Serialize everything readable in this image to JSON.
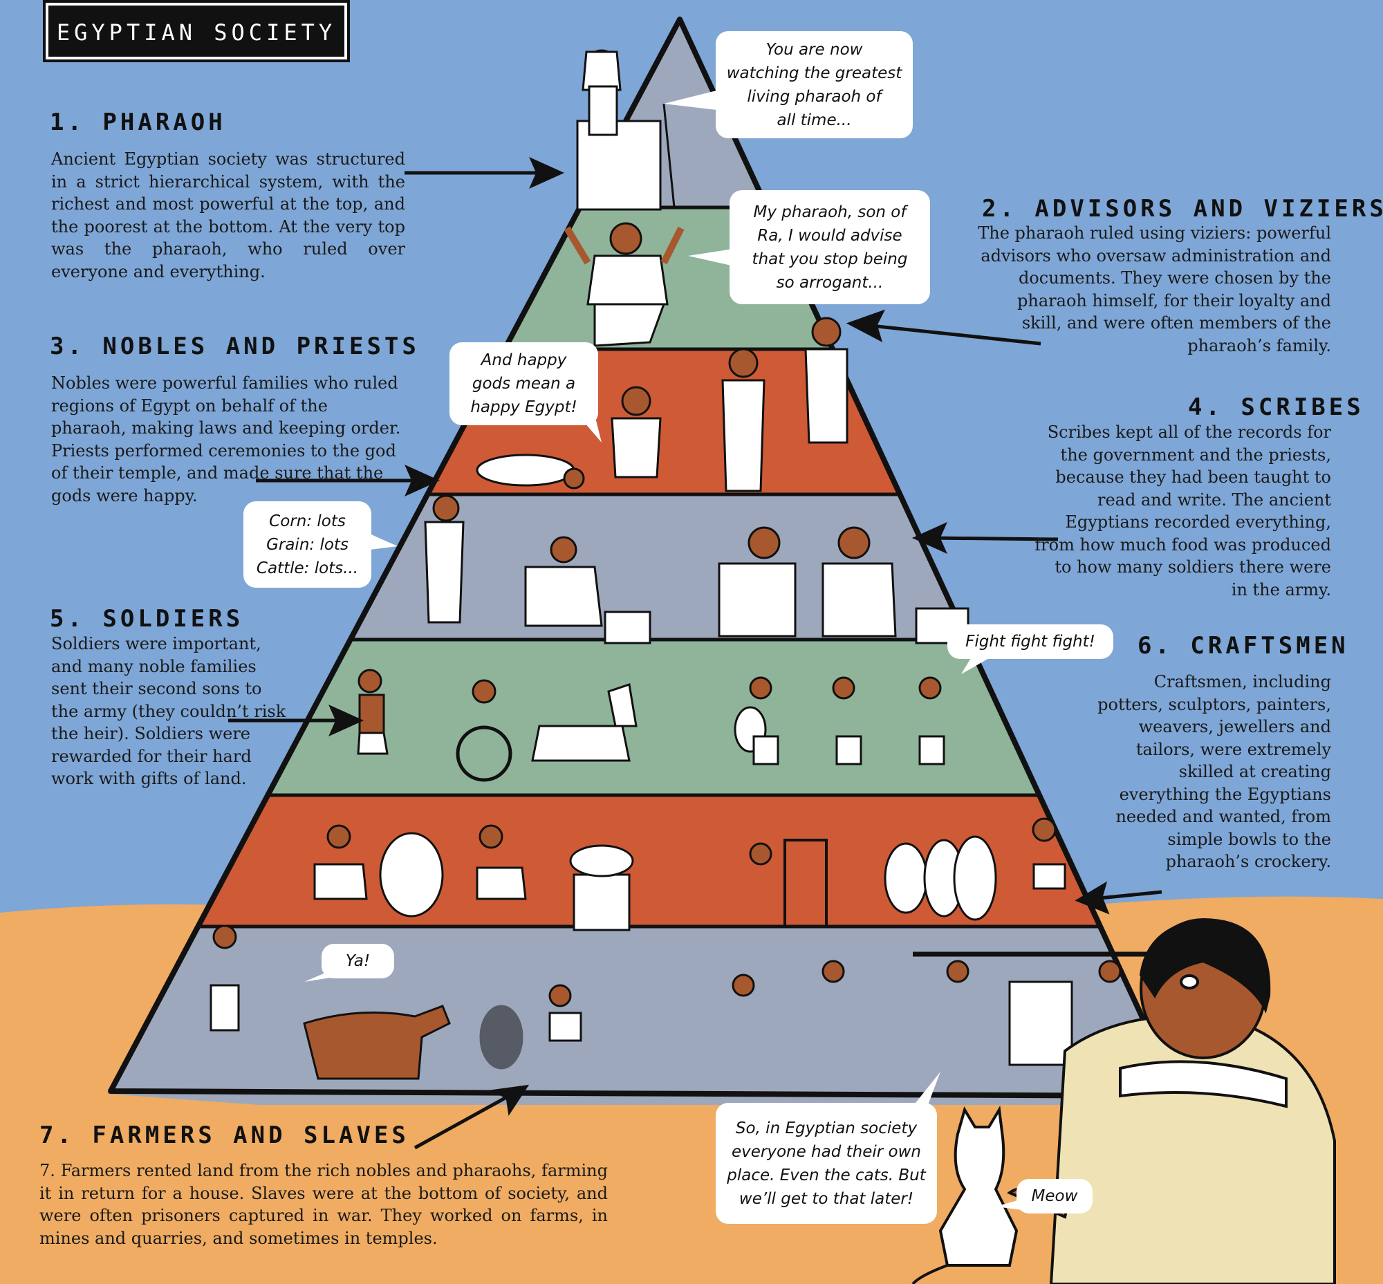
{
  "title": "EGYPTIAN SOCIETY",
  "sections": {
    "pharaoh": {
      "heading": "1. PHARAOH",
      "text": "Ancient Egyptian society was structured in a strict hierarchical system, with the richest and most powerful at the top, and the poorest at the bottom. At the very top was the pharaoh, who ruled over everyone and everything."
    },
    "advisors": {
      "heading": "2. ADVISORS AND VIZIERS",
      "text": "The pharaoh ruled using viziers: powerful advisors who oversaw administration and documents. They were chosen by the pharaoh himself, for their loyalty and skill, and were often members of the pharaoh’s family."
    },
    "nobles": {
      "heading": "3. NOBLES AND PRIESTS",
      "text": "Nobles were powerful families who ruled regions of Egypt on behalf of the pharaoh, making laws and keeping order. Priests performed ceremonies to the god of their temple, and made sure that the gods were happy."
    },
    "scribes": {
      "heading": "4. SCRIBES",
      "text": "Scribes kept all of the records for the government and the priests, because they had been taught to read and write. The ancient Egyptians recorded everything, from how much food was produced to how many soldiers there were in the army."
    },
    "soldiers": {
      "heading": "5. SOLDIERS",
      "text": "Soldiers were important, and many noble families sent their second sons to the army (they couldn’t risk the heir). Soldiers were rewarded for their hard work with gifts of land."
    },
    "craftsmen": {
      "heading": "6. CRAFTSMEN",
      "text": "Craftsmen, including potters, sculptors, painters, weavers, jewellers and tailors, were extremely skilled at creating everything the Egyptians needed and wanted, from simple bowls to the pharaoh’s crockery."
    },
    "farmers": {
      "heading": "7. FARMERS AND SLAVES",
      "text": "7. Farmers rented land from the rich nobles and pharaohs, farming it in return for a house. Slaves were at the bottom of society, and were often prisoners captured in war. They worked on farms, in mines and quarries, and sometimes in temples."
    }
  },
  "speech": {
    "pharaoh": "You are now\nwatching the greatest\nliving pharaoh of\nall time...",
    "vizier": "My pharaoh, son of\nRa, I would advise\nthat you stop being\nso arrogant...",
    "priest": "And happy\ngods mean a\nhappy Egypt!",
    "scribe": "Corn: lots\nGrain: lots\nCattle: lots...",
    "soldier": "Fight fight fight!",
    "farmer": "Ya!",
    "narrator": "So, in Egyptian society\neveryone had their own\nplace. Even the cats. But\nwe’ll get to that later!",
    "cat": "Meow"
  },
  "colors": {
    "sky": "#7ea6d6",
    "sand": "#efac62",
    "pyramid_grey": "#9ea8bd",
    "pyramid_green": "#8fb49a",
    "pyramid_red": "#cf5a36",
    "ink": "#111111",
    "skin": "#a8582e"
  }
}
